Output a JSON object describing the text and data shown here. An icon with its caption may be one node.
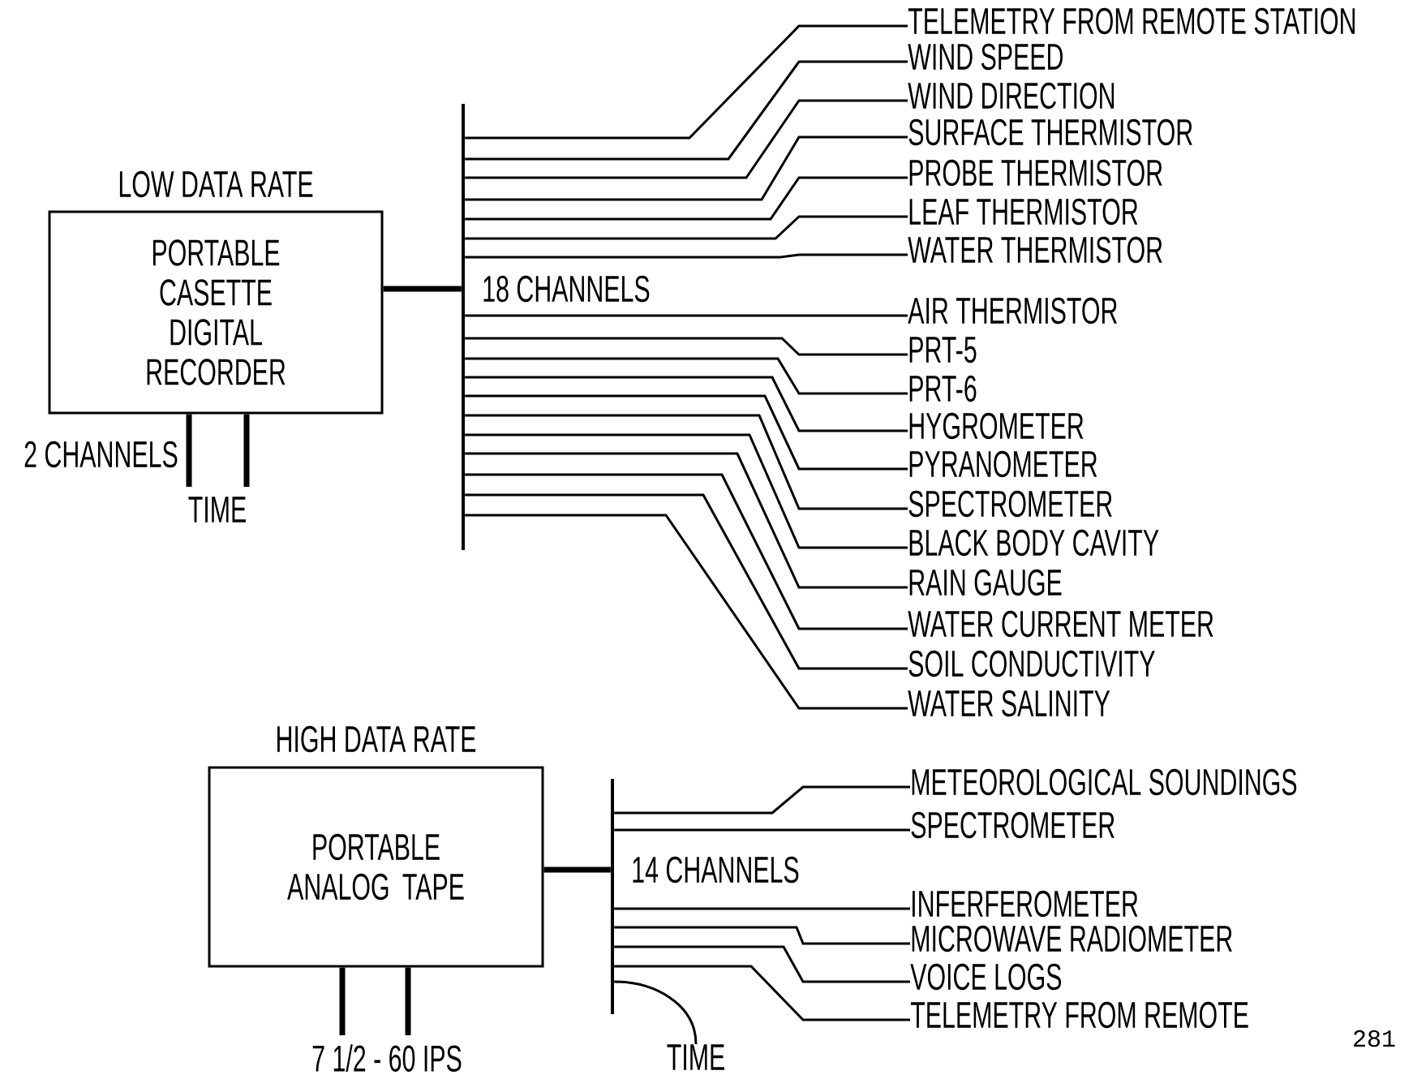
{
  "diagram": {
    "nodes": [
      {
        "text": [
          "LOW DATA RATE",
          "PORTABLE CASETTE DIGITAL RECORDER"
        ]
      },
      {
        "text": [],
        "shape": "bar",
        "beside": [
          "18 CHANNELS"
        ]
      },
      {
        "text": [
          "TELEMETRY FROM REMOTE STATION"
        ]
      },
      {
        "text": [
          "WIND SPEED"
        ]
      },
      {
        "text": [
          "WIND DIRECTION"
        ]
      },
      {
        "text": [
          "SURFACE THERMISTOR"
        ]
      },
      {
        "text": [
          "PROBE THERMISTOR"
        ]
      },
      {
        "text": [
          "LEAF THERMISTOR"
        ]
      },
      {
        "text": [
          "WATER THERMISTOR"
        ]
      },
      {
        "text": [
          "AIR THERMISTOR"
        ]
      },
      {
        "text": [
          "PRT-5"
        ]
      },
      {
        "text": [
          "PRT-6"
        ]
      },
      {
        "text": [
          "HYGROMETER"
        ]
      },
      {
        "text": [
          "PYRANOMETER"
        ]
      },
      {
        "text": [
          "SPECTROMETER"
        ]
      },
      {
        "text": [
          "BLACK BODY CAVITY"
        ]
      },
      {
        "text": [
          "RAIN GAUGE"
        ]
      },
      {
        "text": [
          "WATER CURRENT METER"
        ]
      },
      {
        "text": [
          "SOIL CONDUCTIVITY"
        ]
      },
      {
        "text": [
          "WATER SALINITY"
        ]
      },
      {
        "text": [
          "2 CHANNELS"
        ]
      },
      {
        "text": [
          "TIME"
        ]
      },
      {
        "text": [
          "HIGH DATA RATE",
          "PORTABLE ANALOG TAPE"
        ]
      },
      {
        "text": [],
        "shape": "bar",
        "beside": [
          "14 CHANNELS"
        ]
      },
      {
        "text": [
          "METEOROLOGICAL SOUNDINGS"
        ]
      },
      {
        "text": [
          "SPECTROMETER"
        ]
      },
      {
        "text": [
          "INFERFEROMETER"
        ]
      },
      {
        "text": [
          "MICROWAVE RADIOMETER"
        ]
      },
      {
        "text": [
          "VOICE LOGS"
        ]
      },
      {
        "text": [
          "TELEMETRY FROM REMOTE"
        ]
      },
      {
        "text": [
          "7 1/2 - 60 IPS"
        ]
      },
      {
        "text": [
          "TIME"
        ]
      }
    ],
    "edges": [
      {
        "from": 0,
        "to": 1,
        "arrow": "none",
        "style": "thick"
      },
      {
        "from": 1,
        "to": 2,
        "arrow": "none"
      },
      {
        "from": 1,
        "to": 3,
        "arrow": "none"
      },
      {
        "from": 1,
        "to": 4,
        "arrow": "none"
      },
      {
        "from": 1,
        "to": 5,
        "arrow": "none"
      },
      {
        "from": 1,
        "to": 6,
        "arrow": "none"
      },
      {
        "from": 1,
        "to": 7,
        "arrow": "none"
      },
      {
        "from": 1,
        "to": 8,
        "arrow": "none"
      },
      {
        "from": 1,
        "to": 9,
        "arrow": "none"
      },
      {
        "from": 1,
        "to": 10,
        "arrow": "none"
      },
      {
        "from": 1,
        "to": 11,
        "arrow": "none"
      },
      {
        "from": 1,
        "to": 12,
        "arrow": "none"
      },
      {
        "from": 1,
        "to": 13,
        "arrow": "none"
      },
      {
        "from": 1,
        "to": 14,
        "arrow": "none"
      },
      {
        "from": 1,
        "to": 15,
        "arrow": "none"
      },
      {
        "from": 1,
        "to": 16,
        "arrow": "none"
      },
      {
        "from": 1,
        "to": 17,
        "arrow": "none"
      },
      {
        "from": 1,
        "to": 18,
        "arrow": "none"
      },
      {
        "from": 1,
        "to": 19,
        "arrow": "none"
      },
      {
        "from": 0,
        "to": 20,
        "arrow": "none",
        "style": "thick"
      },
      {
        "from": 0,
        "to": 21,
        "arrow": "none",
        "style": "thick"
      },
      {
        "from": 22,
        "to": 23,
        "arrow": "none",
        "style": "thick"
      },
      {
        "from": 23,
        "to": 24,
        "arrow": "none"
      },
      {
        "from": 23,
        "to": 25,
        "arrow": "none"
      },
      {
        "from": 23,
        "to": 26,
        "arrow": "none"
      },
      {
        "from": 23,
        "to": 27,
        "arrow": "none"
      },
      {
        "from": 23,
        "to": 28,
        "arrow": "none"
      },
      {
        "from": 23,
        "to": 29,
        "arrow": "none"
      },
      {
        "from": 22,
        "to": 30,
        "arrow": "none",
        "style": "thick"
      },
      {
        "from": 22,
        "to": 30,
        "arrow": "none",
        "style": "thick"
      },
      {
        "from": 23,
        "to": 31,
        "arrow": "none"
      }
    ],
    "labels": [
      "281"
    ]
  }
}
